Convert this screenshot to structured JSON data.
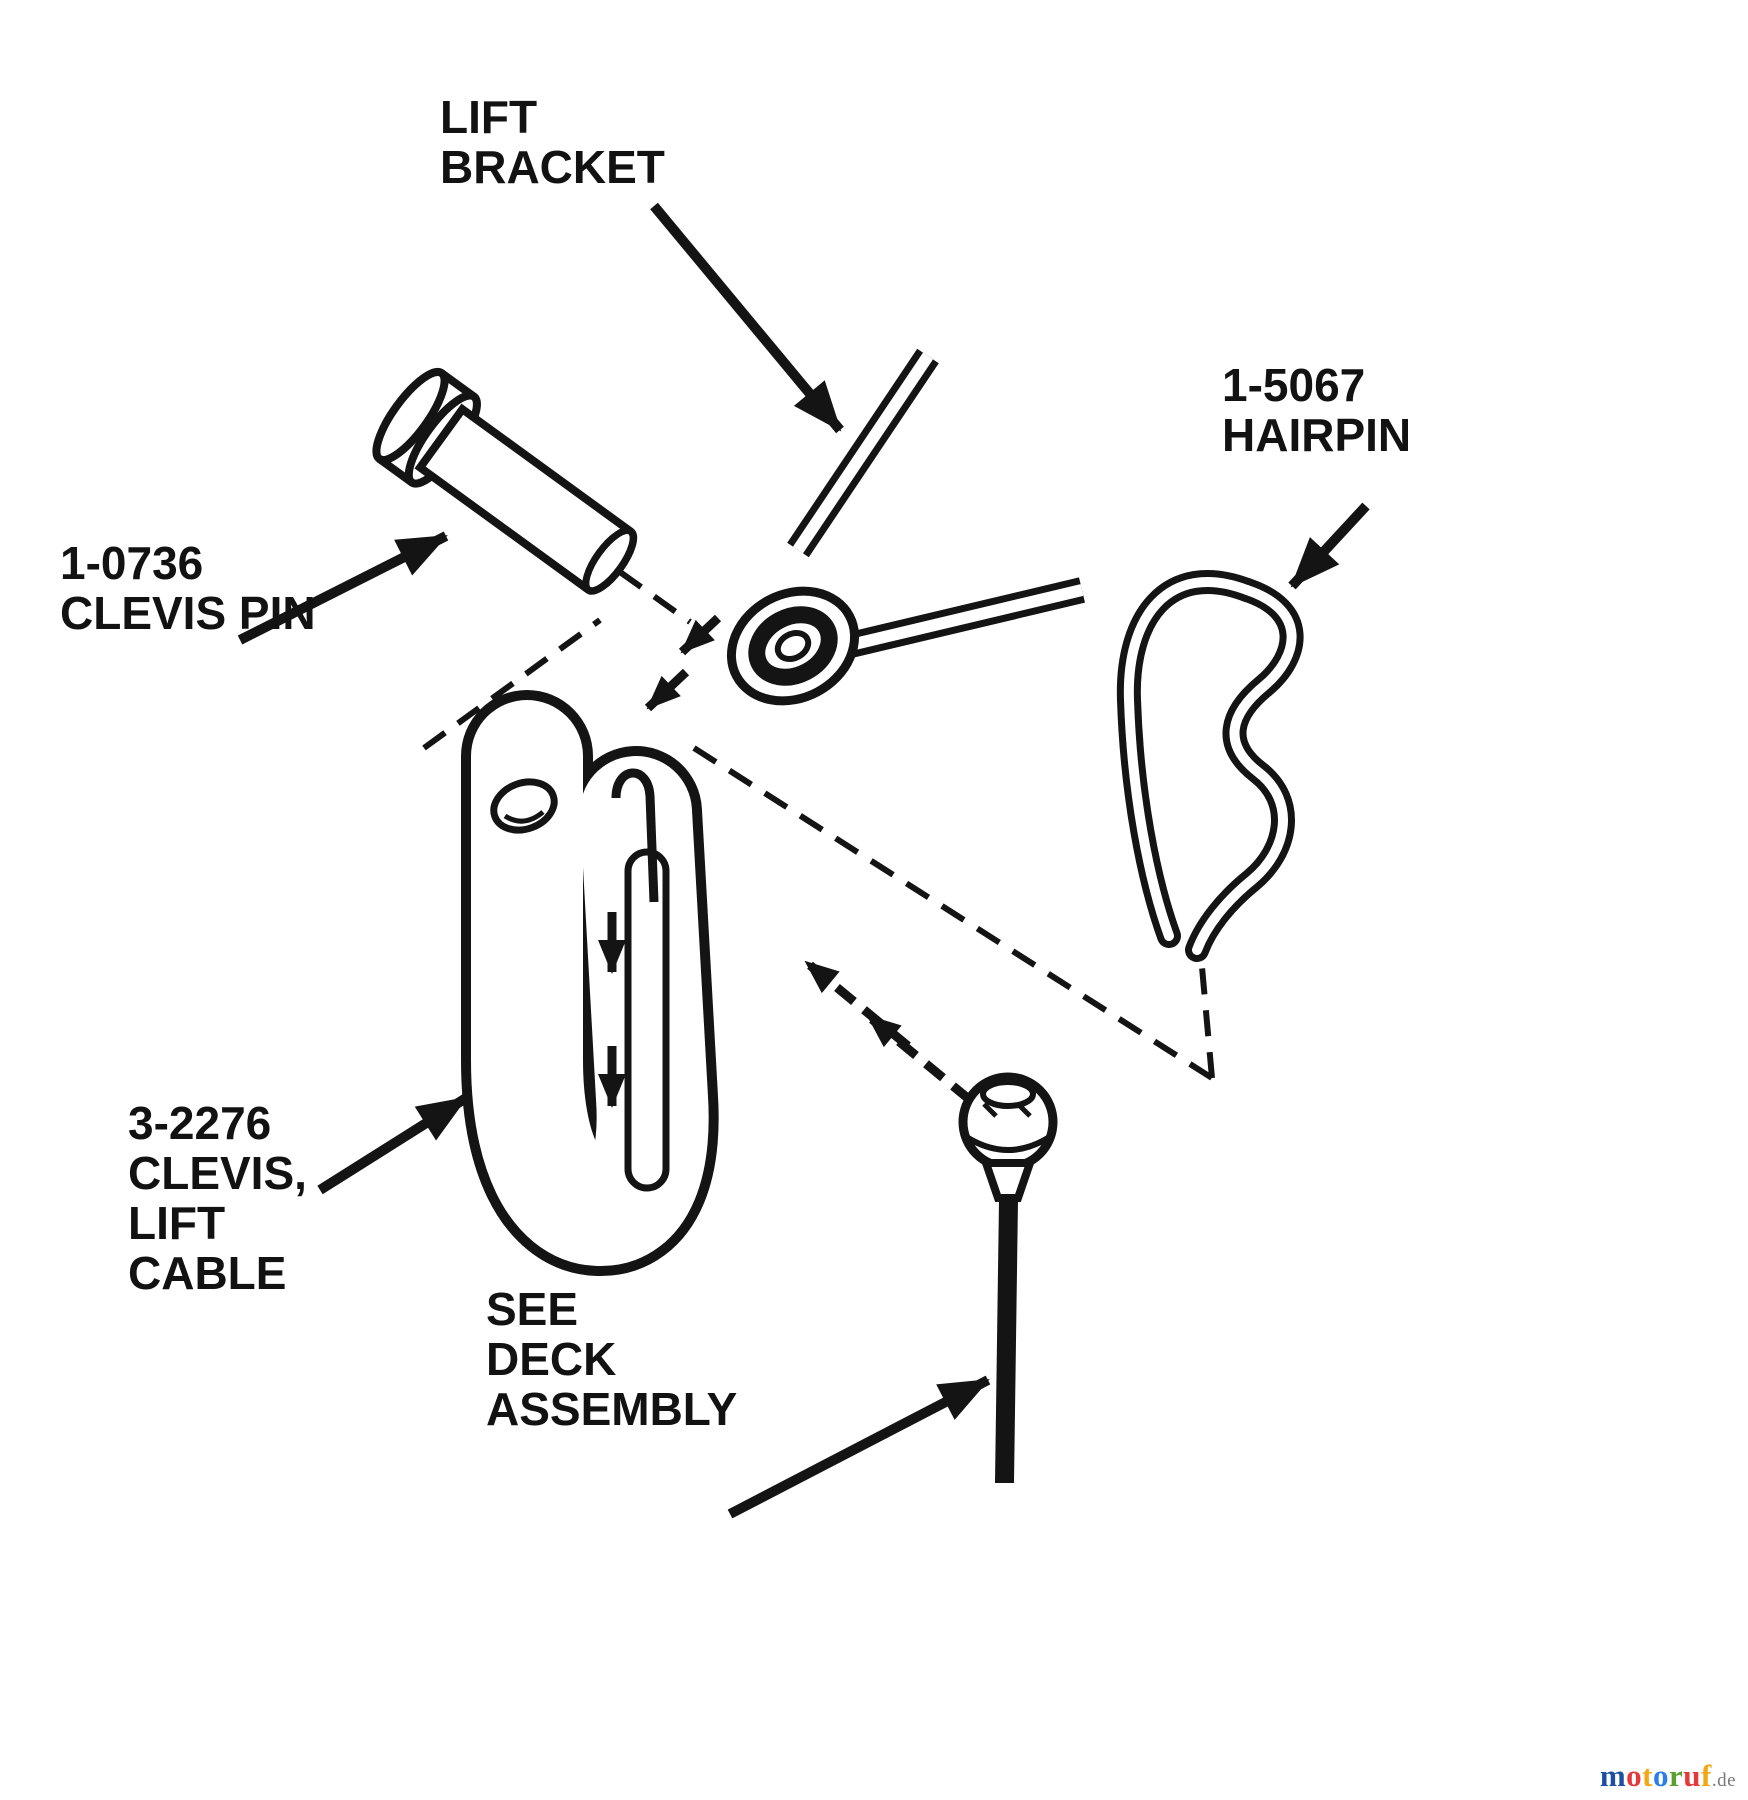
{
  "diagram": {
    "background": "#ffffff",
    "ink": "#141414",
    "labels": {
      "lift_bracket": {
        "lines": [
          "LIFT",
          "BRACKET"
        ]
      },
      "hairpin": {
        "lines": [
          "1-5067",
          "HAIRPIN"
        ]
      },
      "clevis_pin": {
        "lines": [
          "1-0736",
          "CLEVIS PIN"
        ]
      },
      "clevis_lift_cable": {
        "lines": [
          "3-2276",
          "CLEVIS,",
          "LIFT",
          "CABLE"
        ]
      },
      "see_deck_assembly": {
        "lines": [
          "SEE",
          "DECK",
          "ASSEMBLY"
        ]
      }
    },
    "parts": [
      {
        "name": "clevis-pin",
        "part_number": "1-0736"
      },
      {
        "name": "lift-bracket",
        "part_number": ""
      },
      {
        "name": "hairpin",
        "part_number": "1-5067"
      },
      {
        "name": "clevis-lift-cable",
        "part_number": "3-2276"
      },
      {
        "name": "lift-cable-ball-end",
        "part_number": ""
      }
    ]
  },
  "watermark": {
    "letters": [
      {
        "ch": "m",
        "color": "#1b4fa0"
      },
      {
        "ch": "o",
        "color": "#e5383b"
      },
      {
        "ch": "t",
        "color": "#f0a817"
      },
      {
        "ch": "o",
        "color": "#2b7de9"
      },
      {
        "ch": "r",
        "color": "#5aa02c"
      },
      {
        "ch": "u",
        "color": "#e5383b"
      },
      {
        "ch": "f",
        "color": "#f0a817"
      }
    ],
    "suffix": ".de",
    "suffix_color": "#777777"
  }
}
